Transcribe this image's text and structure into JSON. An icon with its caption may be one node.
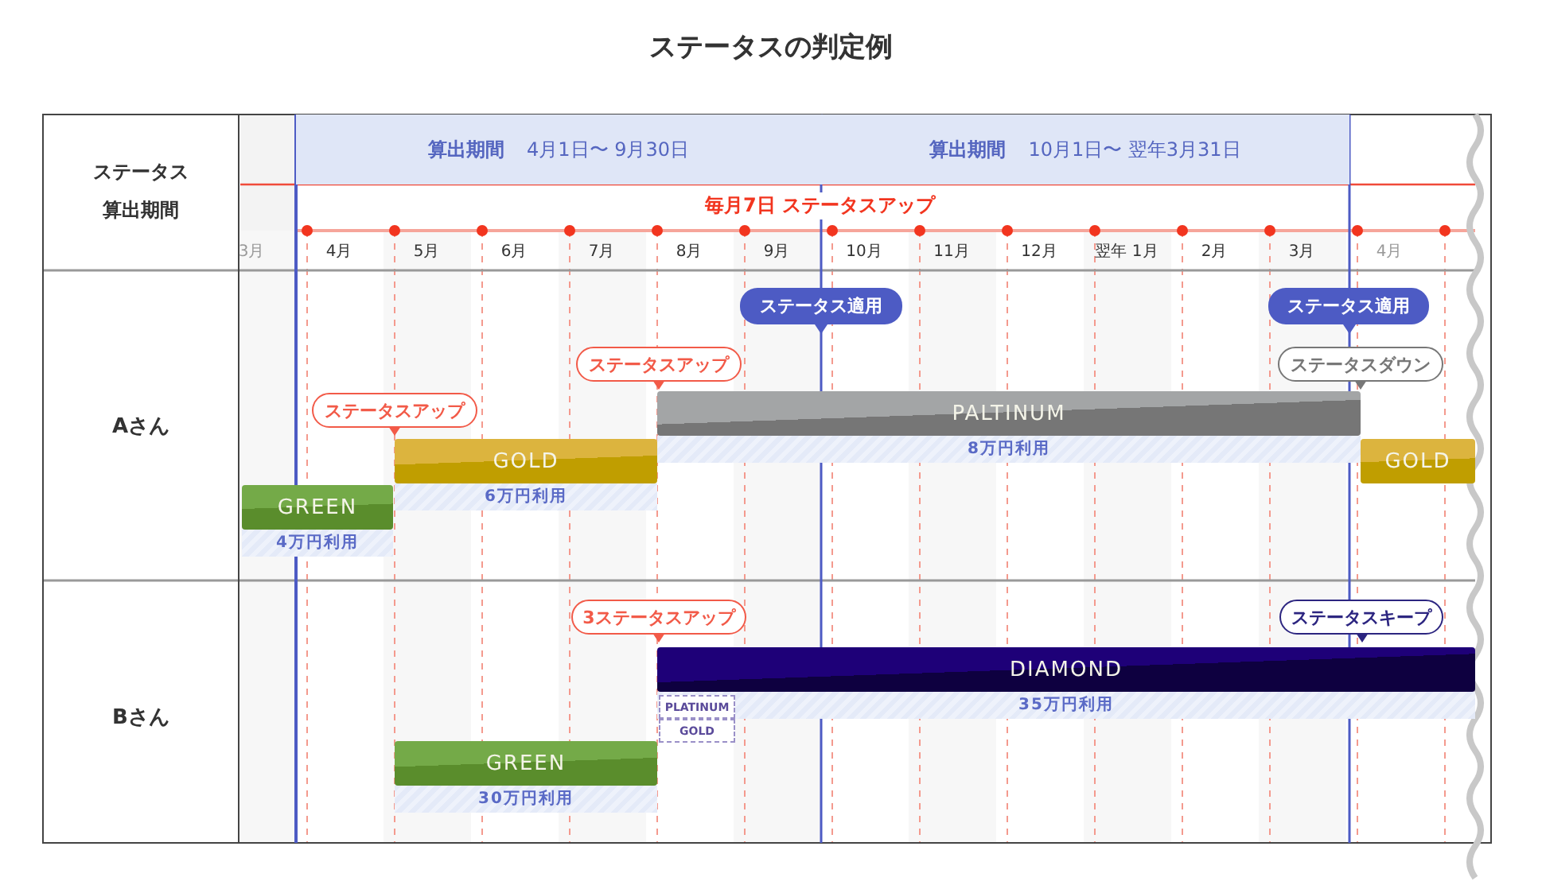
{
  "diagram": {
    "title": "ステータスの判定例",
    "nodes": [
      {
        "text": [
          "算出期間",
          "4月1日〜 9月30日"
        ]
      },
      {
        "text": [
          "算出期間",
          "10月1日〜 翌年3月31日"
        ]
      },
      {
        "text": [
          "ステータスアップ"
        ]
      },
      {
        "text": [
          "ステータスアップ"
        ]
      },
      {
        "text": [
          "ステータス適用"
        ]
      },
      {
        "text": [
          "ステータス適用"
        ]
      },
      {
        "text": [
          "ステータスダウン"
        ]
      },
      {
        "text": [
          "PALTINUM"
        ],
        "beside": [
          "8万円利用"
        ]
      },
      {
        "text": [
          "GOLD"
        ],
        "beside": [
          "6万円利用"
        ]
      },
      {
        "text": [
          "GOLD"
        ]
      },
      {
        "text": [
          "GREEN"
        ],
        "beside": [
          "4万円利用"
        ]
      },
      {
        "text": [
          "3ステータスアップ"
        ]
      },
      {
        "text": [
          "ステータスキープ"
        ]
      },
      {
        "text": [
          "DIAMOND"
        ],
        "beside": [
          "35万円利用"
        ]
      },
      {
        "text": [
          "PLATINUM"
        ]
      },
      {
        "text": [
          "GOLD"
        ]
      },
      {
        "text": [
          "GREEN"
        ],
        "beside": [
          "30万円利用"
        ]
      }
    ],
    "labels": [
      "ステータス",
      "算出期間",
      "毎月7日 ステータスアップ",
      "3月",
      "4月",
      "5月",
      "6月",
      "7月",
      "8月",
      "9月",
      "10月",
      "11月",
      "12月",
      "翌年 1月",
      "2月",
      "3月",
      "4月",
      "Aさん",
      "Bさん"
    ]
  }
}
